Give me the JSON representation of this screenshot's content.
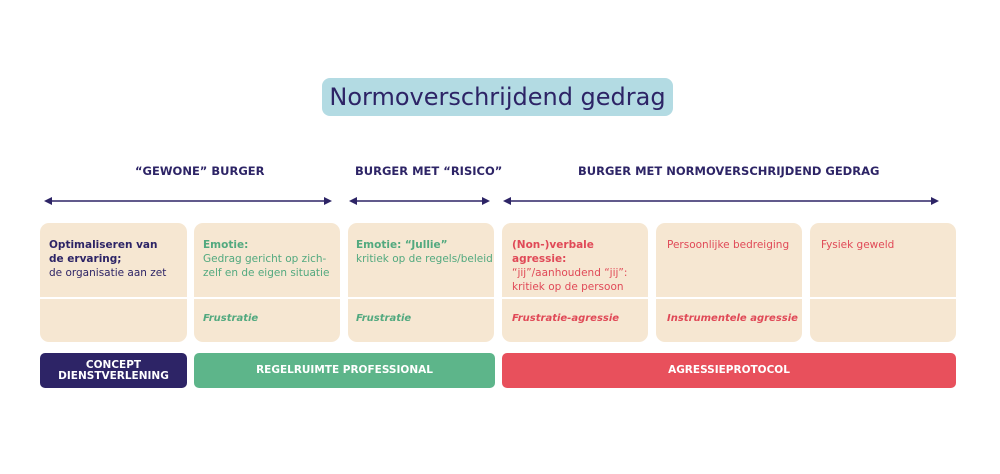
{
  "title": "Normoverschrijdend gedrag",
  "groups": {
    "g1": "“GEWONE” BURGER",
    "g2": "BURGER MET “RISICO”",
    "g3": "BURGER MET NORMOVERSCHRIJDEND GEDRAG"
  },
  "cards": {
    "c1": {
      "line1": "Optimaliseren van",
      "line2": "de ervaring;",
      "line3": "de organisatie aan zet",
      "bottom": ""
    },
    "c2": {
      "line1": "Emotie:",
      "line2": "Gedrag gericht op zich-",
      "line3": "zelf en de eigen situatie",
      "bottom": "Frustratie"
    },
    "c3": {
      "line1": "Emotie: “Jullie”",
      "line2": "kritiek op de regels/beleid",
      "bottom": "Frustratie"
    },
    "c4": {
      "line1": "(Non-)verbale agressie:",
      "line2": "“jij”/aanhoudend “jij”:",
      "line3": "kritiek op de persoon",
      "bottom": "Frustratie-agressie"
    },
    "c5": {
      "line1": "Persoonlijke bedreiging",
      "bottom": "Instrumentele agressie"
    },
    "c6": {
      "line1": "Fysiek geweld",
      "bottom": ""
    }
  },
  "bars": {
    "b1_line1": "CONCEPT",
    "b1_line2": "DIENSTVERLENING",
    "b2": "REGELRUIMTE PROFESSIONAL",
    "b3": "AGRESSIEPROTOCOL"
  },
  "colors": {
    "navy": "#2d2466",
    "green": "#5db58a",
    "red": "#e8505c",
    "title_bg": "#b3dbe3",
    "card_bg": "#f6e7d2"
  }
}
